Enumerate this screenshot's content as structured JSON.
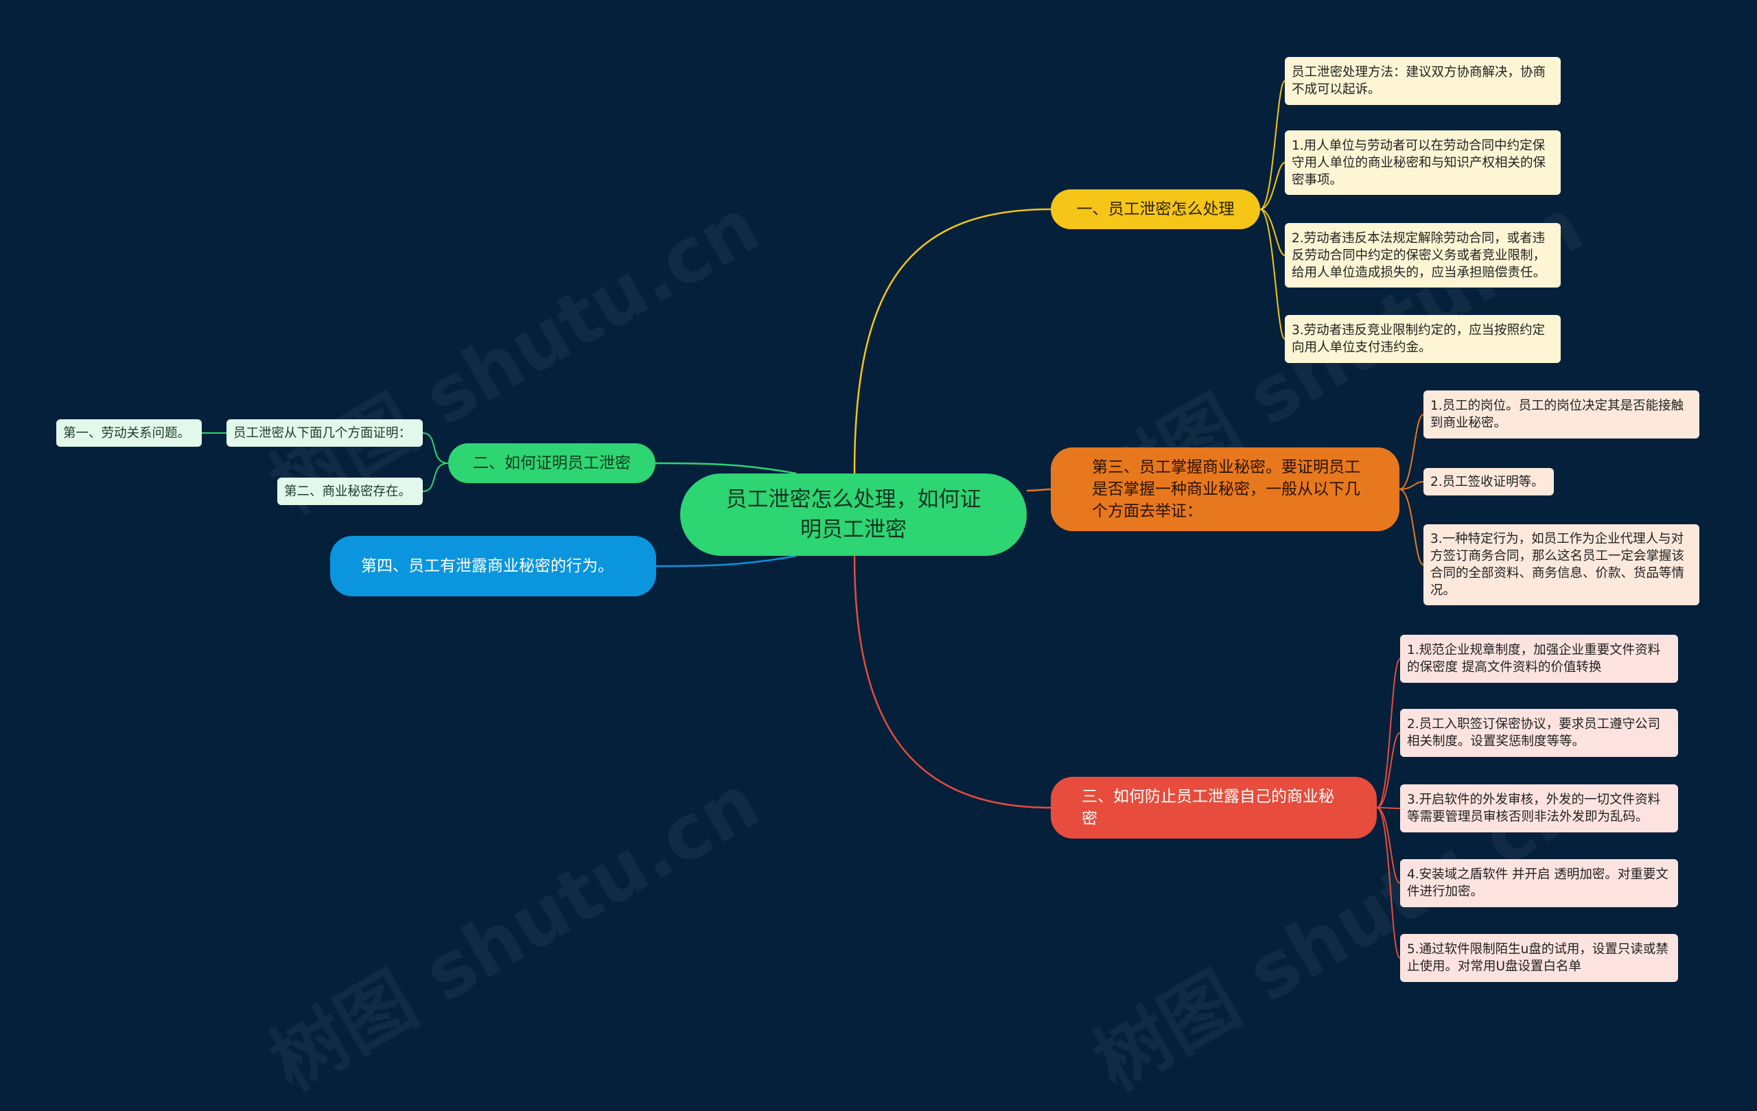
{
  "watermark": "树图 shutu.cn",
  "colors": {
    "background": "#05203b",
    "root": "#2ed573",
    "branch1": "#f5c518",
    "branch2": "#2ed573",
    "branch3": "#e8781e",
    "branch4": "#e74c3c",
    "branch5": "#0a95de"
  },
  "root": {
    "label": "员工泄密怎么处理，如何证明员工泄密"
  },
  "branches": {
    "b1": {
      "label": "一、员工泄密怎么处理",
      "leaves": [
        "员工泄密处理方法：建议双方协商解决，协商不成可以起诉。",
        "1.用人单位与劳动者可以在劳动合同中约定保守用人单位的商业秘密和与知识产权相关的保密事项。",
        "2.劳动者违反本法规定解除劳动合同，或者违反劳动合同中约定的保密义务或者竞业限制，给用人单位造成损失的，应当承担赔偿责任。",
        "3.劳动者违反竞业限制约定的，应当按照约定向用人单位支付违约金。"
      ]
    },
    "b2": {
      "label": "二、如何证明员工泄密",
      "sub": "员工泄密从下面几个方面证明：",
      "leaves": [
        "第一、劳动关系问题。",
        "第二、商业秘密存在。"
      ]
    },
    "b3": {
      "label": "第三、员工掌握商业秘密。要证明员工是否掌握一种商业秘密，一般从以下几个方面去举证：",
      "leaves": [
        "1.员工的岗位。员工的岗位决定其是否能接触到商业秘密。",
        "2.员工签收证明等。",
        "3.一种特定行为，如员工作为企业代理人与对方签订商务合同，那么这名员工一定会掌握该合同的全部资料、商务信息、价款、货品等情况。"
      ]
    },
    "b4": {
      "label": "三、如何防止员工泄露自己的商业秘密",
      "leaves": [
        "1.规范企业规章制度，加强企业重要文件资料的保密度 提高文件资料的价值转换",
        "2.员工入职签订保密协议，要求员工遵守公司相关制度。设置奖惩制度等等。",
        "3.开启软件的外发审核，外发的一切文件资料等需要管理员审核否则非法外发即为乱码。",
        "4.安装域之盾软件 并开启 透明加密。对重要文件进行加密。",
        "5.通过软件限制陌生u盘的试用，设置只读或禁止使用。对常用U盘设置白名单"
      ]
    },
    "b5": {
      "label": "第四、员工有泄露商业秘密的行为。"
    }
  }
}
